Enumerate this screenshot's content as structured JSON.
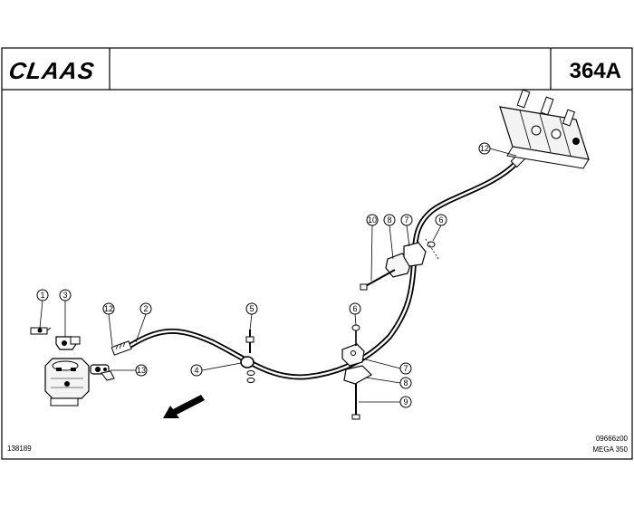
{
  "header": {
    "brand": "CLAAS",
    "page_number": "364A"
  },
  "footer": {
    "left_code": "138189",
    "right_code": "09666z00",
    "model": "MEGA 350"
  },
  "callouts": [
    {
      "id": "c1",
      "label": "1"
    },
    {
      "id": "c3",
      "label": "3"
    },
    {
      "id": "c12a",
      "label": "12"
    },
    {
      "id": "c2",
      "label": "2"
    },
    {
      "id": "c13",
      "label": "13"
    },
    {
      "id": "c5",
      "label": "5"
    },
    {
      "id": "c4",
      "label": "4"
    },
    {
      "id": "c6b",
      "label": "6"
    },
    {
      "id": "c7b",
      "label": "7"
    },
    {
      "id": "c8b",
      "label": "8"
    },
    {
      "id": "c9",
      "label": "9"
    },
    {
      "id": "c10",
      "label": "10"
    },
    {
      "id": "c8a",
      "label": "8"
    },
    {
      "id": "c7a",
      "label": "7"
    },
    {
      "id": "c6a",
      "label": "6"
    },
    {
      "id": "c12b",
      "label": "12"
    }
  ]
}
